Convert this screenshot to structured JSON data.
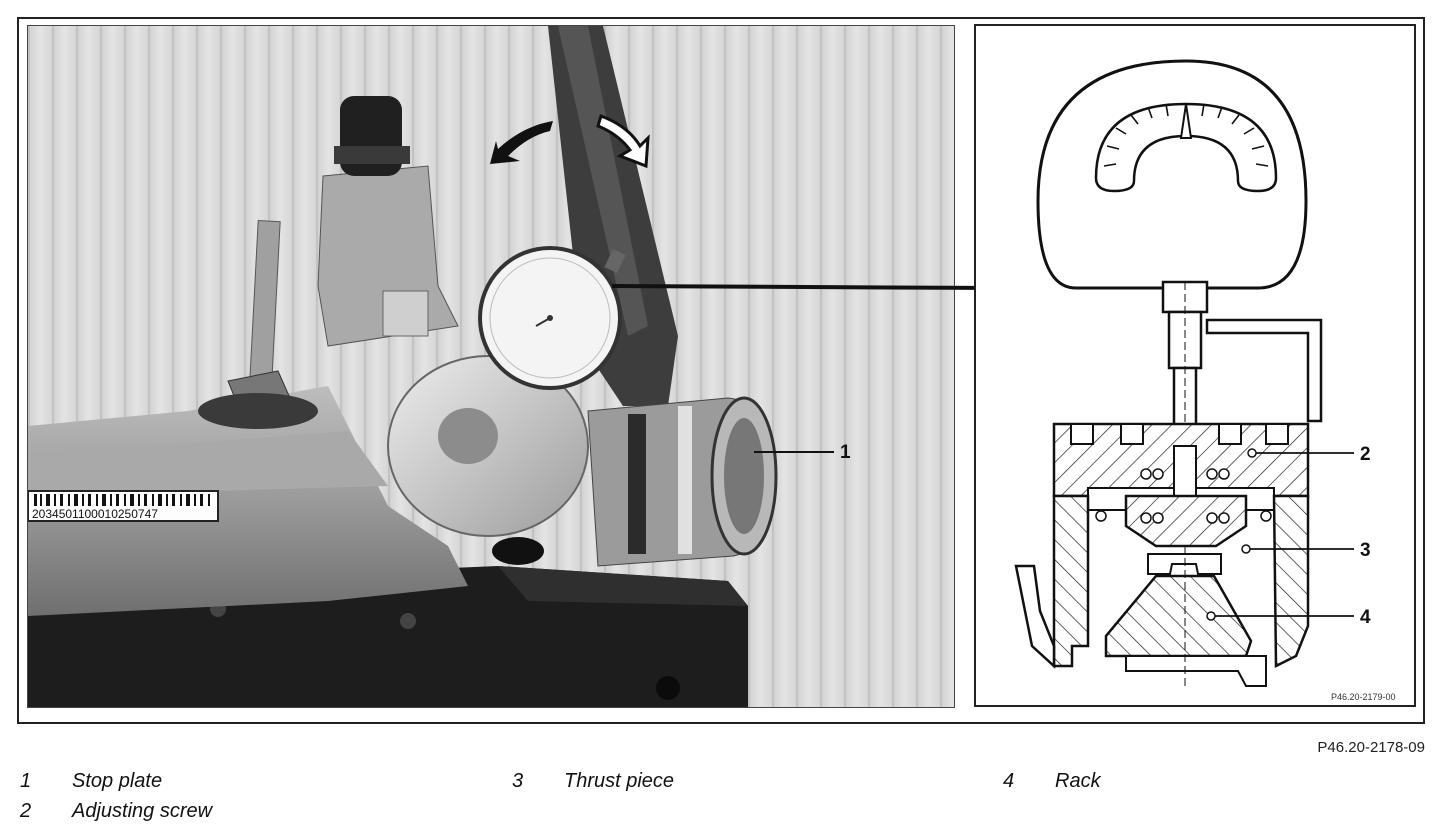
{
  "figure": {
    "id_label": "P46.20-2178-09",
    "drawing_id_label": "P46.20-2179-00",
    "photo_serial_label": "2034501100010250747"
  },
  "callouts": [
    {
      "number": "1",
      "label": "Stop plate"
    },
    {
      "number": "2",
      "label": "Adjusting screw"
    },
    {
      "number": "3",
      "label": "Thrust piece"
    },
    {
      "number": "4",
      "label": "Rack"
    }
  ],
  "icons": {
    "rotate_left": "curved-arrow-left-icon",
    "rotate_right": "curved-arrow-right-icon"
  },
  "colors": {
    "ink": "#111111",
    "photo_background": "#d8d8d8",
    "metal_light": "#c9c9c9",
    "metal_dark": "#2a2a2a"
  }
}
